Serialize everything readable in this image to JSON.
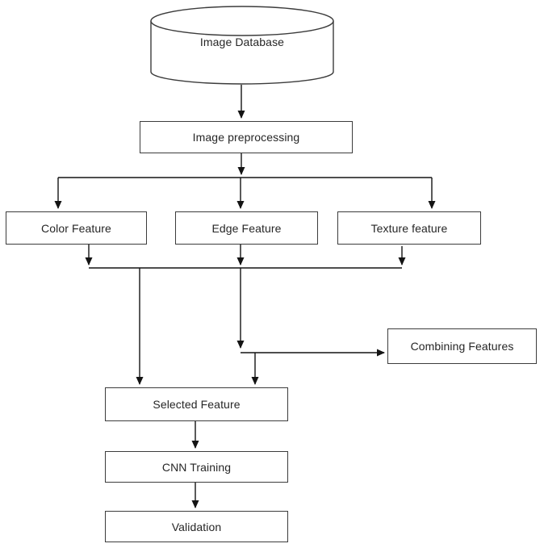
{
  "colors": {
    "background": "#ffffff",
    "connector_line": "#141414",
    "box_border": "#3c3c3c",
    "text": "#262626"
  },
  "nodes": [
    {
      "label": "Image Database",
      "shape": "cylinder"
    },
    {
      "label": "Image preprocessing",
      "shape": "rect"
    },
    {
      "label": "Color Feature",
      "shape": "rect"
    },
    {
      "label": "Edge Feature",
      "shape": "rect"
    },
    {
      "label": "Texture feature",
      "shape": "rect"
    },
    {
      "label": "Combining Features",
      "shape": "rect"
    },
    {
      "label": "Selected Feature",
      "shape": "rect"
    },
    {
      "label": "CNN Training",
      "shape": "rect"
    },
    {
      "label": "Validation",
      "shape": "rect"
    }
  ],
  "edges": [
    {
      "from": "Image Database",
      "to": "Image preprocessing"
    },
    {
      "from": "Image preprocessing",
      "to": "Color Feature"
    },
    {
      "from": "Image preprocessing",
      "to": "Edge Feature"
    },
    {
      "from": "Image preprocessing",
      "to": "Texture feature"
    },
    {
      "from": "Color Feature",
      "to": "Selected Feature"
    },
    {
      "from": "Edge Feature",
      "to": "Selected Feature"
    },
    {
      "from": "Edge Feature",
      "to": "Combining Features"
    },
    {
      "from": "Texture feature",
      "to": "Selected Feature"
    },
    {
      "from": "Selected Feature",
      "to": "CNN Training"
    },
    {
      "from": "CNN Training",
      "to": "Validation"
    }
  ]
}
